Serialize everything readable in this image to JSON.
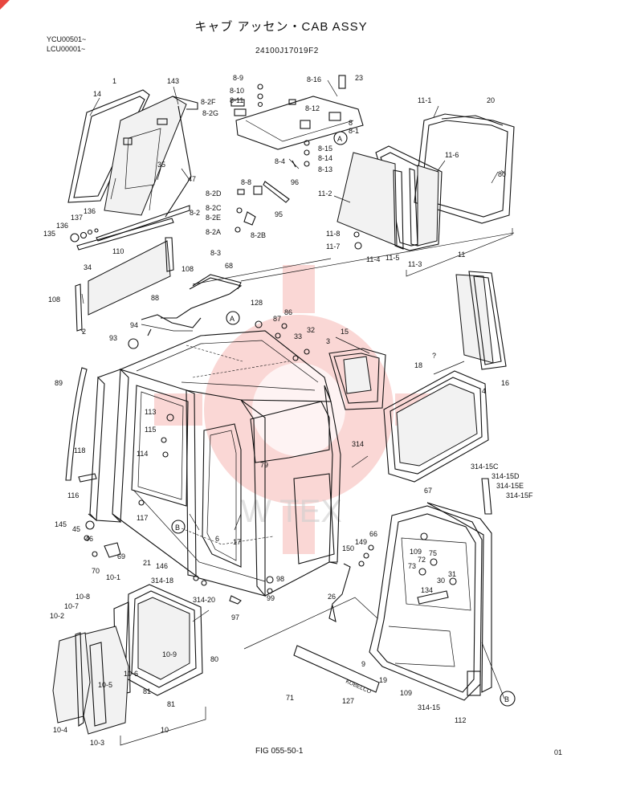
{
  "header": {
    "title": "キャブ アッセン・CAB ASSY",
    "serial_1": "YCU00501~",
    "serial_2": "LCU00001~",
    "part_number": "24100J17019F2"
  },
  "footer": {
    "figure": "FIG 055-50-1",
    "page": "01"
  },
  "callouts": {
    "c1": "1",
    "c2": "2",
    "c3": "3",
    "c4": "4",
    "c6": "6",
    "c7": "?",
    "c9": "9",
    "c10": "10",
    "c11": "11",
    "c14": "14",
    "c15": "15",
    "c16": "16",
    "c17": "17",
    "c18": "18",
    "c19": "19",
    "c20": "20",
    "c21": "21",
    "c23": "23",
    "c26": "26",
    "c30": "30",
    "c31": "31",
    "c32": "32",
    "c33": "33",
    "c34": "34",
    "c35": "35",
    "c45": "45",
    "c46": "46",
    "c47": "47",
    "c66": "66",
    "c67": "67",
    "c68": "68",
    "c69": "69",
    "c70": "70",
    "c71": "71",
    "c72": "72",
    "c73": "73",
    "c75": "75",
    "c79": "79",
    "c80a": "80",
    "c80b": "80",
    "c81a": "81",
    "c81b": "81",
    "c86": "86",
    "c87": "87",
    "c88": "88",
    "c89": "89",
    "c93": "93",
    "c94": "94",
    "c95": "95",
    "c96": "96",
    "c97": "97",
    "c98": "98",
    "c99": "99",
    "c108a": "108",
    "c108b": "108",
    "c109a": "109",
    "c109b": "109",
    "c110": "110",
    "c112": "112",
    "c113": "113",
    "c114": "114",
    "c115": "115",
    "c116": "116",
    "c117": "117",
    "c118": "118",
    "c127": "127",
    "c128": "128",
    "c134": "134",
    "c135": "135",
    "c136a": "136",
    "c136b": "136",
    "c137": "137",
    "c143": "143",
    "c145": "145",
    "c146": "146",
    "c149": "149",
    "c150": "150",
    "c314": "314",
    "c8": "8",
    "c8_1": "8-1",
    "c8_2": "8-2",
    "c8_3": "8-3",
    "c8_4": "8-4",
    "c8_8": "8-8",
    "c8_9": "8-9",
    "c8_10": "8-10",
    "c8_11": "8-11",
    "c8_12": "8-12",
    "c8_13": "8-13",
    "c8_14": "8-14",
    "c8_15": "8-15",
    "c8_16": "8-16",
    "c8_2a": "8-2A",
    "c8_2b": "8-2B",
    "c8_2c": "8-2C",
    "c8_2d": "8-2D",
    "c8_2e": "8-2E",
    "c8_2f": "8-2F",
    "c8_2g": "8-2G",
    "c10_1": "10-1",
    "c10_2": "10-2",
    "c10_3": "10-3",
    "c10_4": "10-4",
    "c10_5": "10-5",
    "c10_6": "10-6",
    "c10_7": "10-7",
    "c10_8": "10-8",
    "c10_9": "10-9",
    "c11_1": "11-1",
    "c11_2": "11-2",
    "c11_3": "11-3",
    "c11_4": "11-4",
    "c11_5": "11-5",
    "c11_6": "11-6",
    "c11_7": "11-7",
    "c11_8": "11-8",
    "c314_15": "314-15",
    "c314_15c": "314-15C",
    "c314_15d": "314-15D",
    "c314_15e": "314-15E",
    "c314_15f": "314-15F",
    "c314_18": "314-18",
    "c314_20": "314-20",
    "refA1": "A",
    "refA2": "A",
    "refB1": "B",
    "refB2": "B",
    "brand": "KOBELCO",
    "watermark": "W TEX"
  }
}
